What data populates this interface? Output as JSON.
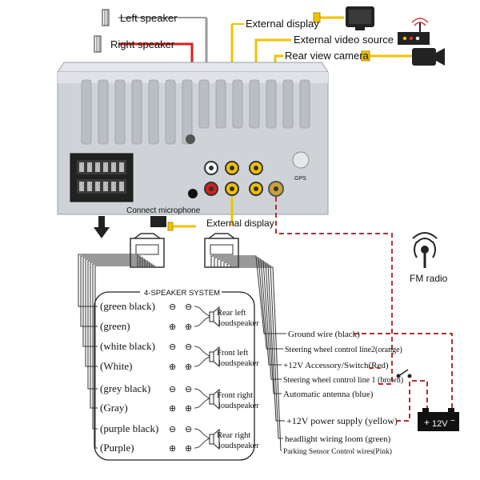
{
  "top_labels": {
    "left_speaker": "Left speaker",
    "right_speaker": "Right speaker",
    "external_display": "External display",
    "external_video_source": "External video source",
    "rear_view_camera": "Rear view camera"
  },
  "unit_labels": {
    "connect_microphone": "Connect microphone",
    "external_display_bottom": "External display",
    "gps": "GPS",
    "fm_radio": "FM radio"
  },
  "speaker_system": {
    "title": "4-SPEAKER SYSTEM",
    "wires": [
      {
        "label": "(green black)",
        "sign": "⊖"
      },
      {
        "label": "(green)",
        "sign": "⊕"
      },
      {
        "label": "(white  black)",
        "sign": "⊖"
      },
      {
        "label": "(White)",
        "sign": "⊕"
      },
      {
        "label": "(grey black)",
        "sign": "⊖"
      },
      {
        "label": "(Gray)",
        "sign": "⊕"
      },
      {
        "label": "(purple black)",
        "sign": "⊖"
      },
      {
        "label": "(Purple)",
        "sign": "⊕"
      }
    ],
    "speakers": [
      {
        "line1": "Rear left",
        "line2": "loudspeaker"
      },
      {
        "line1": "Front left",
        "line2": "loudspeaker"
      },
      {
        "line1": "Front right",
        "line2": "loudspeaker"
      },
      {
        "line1": "Rear right",
        "line2": "loudspeaker"
      }
    ]
  },
  "power_wires": [
    "Ground wire (black)",
    "Steering wheel control line2(orange)",
    "+12V Accessory/Switch(Red)",
    "Steering wheel control line 1 (brown)",
    "Automatic antenna (blue)",
    "+12V power supply (yellow)",
    "headlight wiring loom  (green)",
    "Parking Sensor Control wires(Pink)"
  ],
  "battery": {
    "label": "12V"
  },
  "colors": {
    "unit_gray": "#cfd3d8",
    "yellow_wire": "#f2c200",
    "red_wire": "#d81e1e",
    "gray_wire": "#9a9a9a",
    "dashed_red": "#b03030"
  }
}
